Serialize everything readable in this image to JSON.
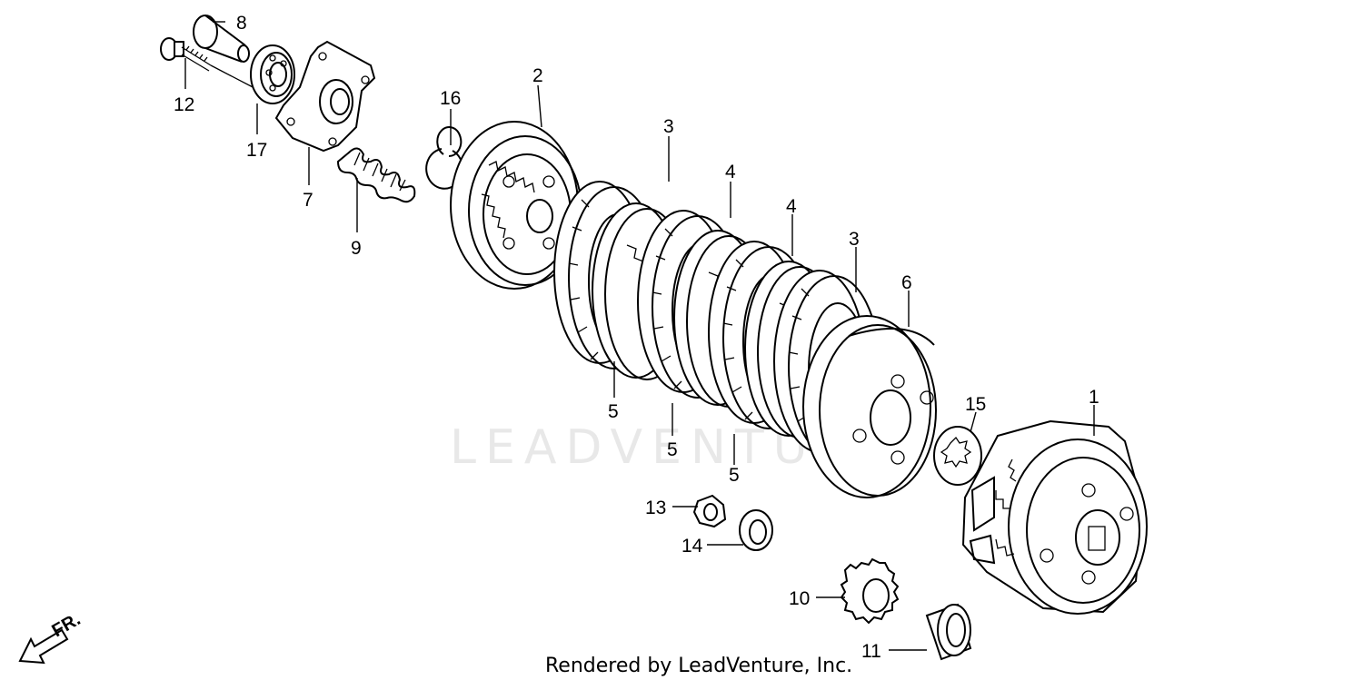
{
  "watermark": "LEADVENTURE",
  "footer": "Rendered by LeadVenture, Inc.",
  "direction_label": "FR.",
  "callouts": {
    "c1": "1",
    "c2": "2",
    "c3a": "3",
    "c3b": "3",
    "c4a": "4",
    "c4b": "4",
    "c5a": "5",
    "c5b": "5",
    "c5c": "5",
    "c6": "6",
    "c7": "7",
    "c8": "8",
    "c9": "9",
    "c10": "10",
    "c11": "11",
    "c12": "12",
    "c13": "13",
    "c14": "14",
    "c15": "15",
    "c16": "16",
    "c17": "17"
  }
}
